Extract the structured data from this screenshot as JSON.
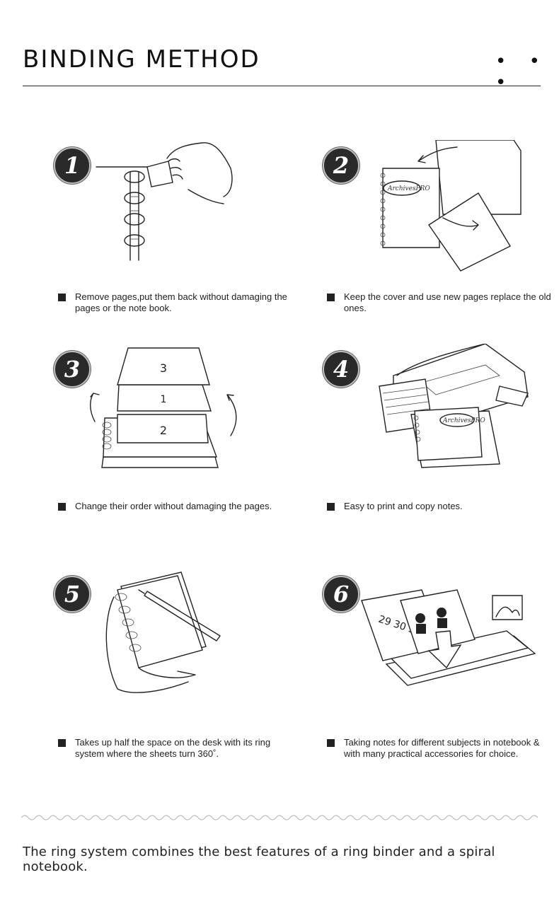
{
  "header": {
    "title": "BINDING METHOD",
    "menu_glyph": "• • •"
  },
  "steps": [
    {
      "number": "1",
      "caption": "Remove pages,put them back without damaging the pages or the note book."
    },
    {
      "number": "2",
      "caption": "Keep the cover and use new pages replace the old ones."
    },
    {
      "number": "3",
      "caption": "Change their order without damaging the pages."
    },
    {
      "number": "4",
      "caption": "Easy to print and copy notes."
    },
    {
      "number": "5",
      "caption": "Takes up half the space on the desk with its ring system where the sheets turn 360˚."
    },
    {
      "number": "6",
      "caption": "Taking notes for different subjects in notebook & with many practical accessories for choice."
    }
  ],
  "illustrations": {
    "page_marks": [
      "3",
      "1",
      "2"
    ],
    "brand_mark": "ArchivesPRO",
    "calendar_dates": "29 30 31"
  },
  "footer": {
    "text": "The ring system combines the best features of a ring binder and a spiral notebook."
  }
}
